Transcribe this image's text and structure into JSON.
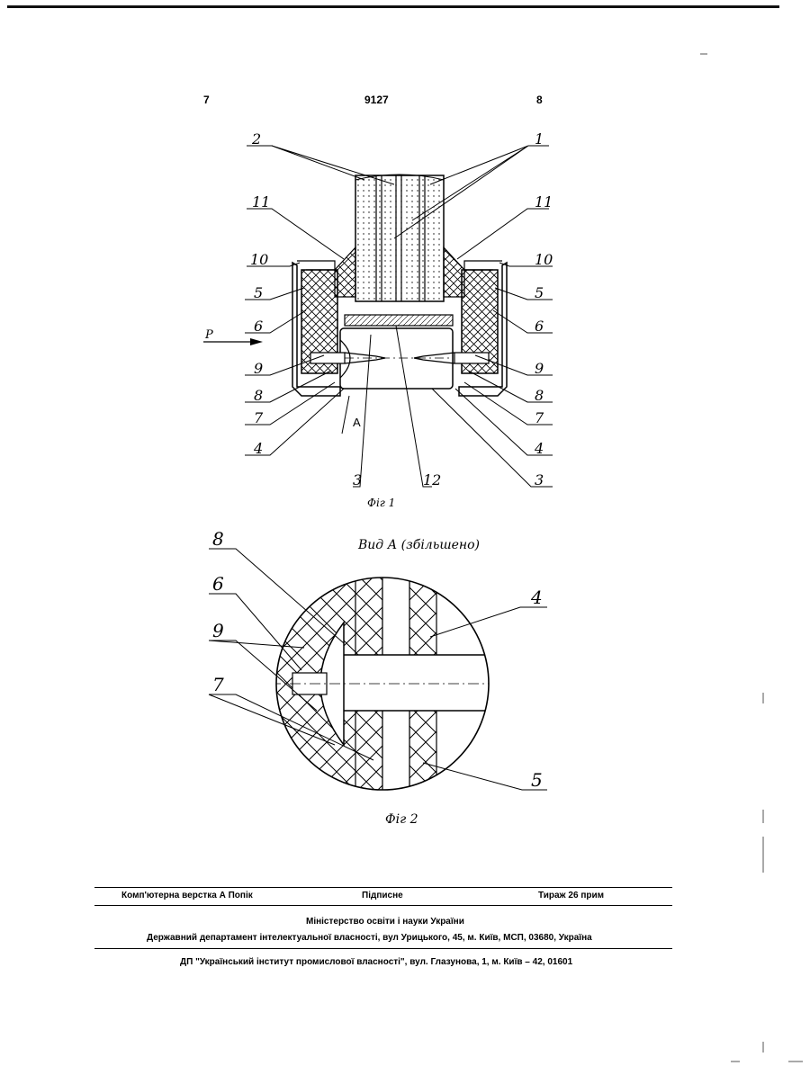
{
  "header": {
    "page_left": "7",
    "patent_number": "9127",
    "page_right": "8"
  },
  "figure1": {
    "caption": "Фіг 1",
    "labels": {
      "l2": "2",
      "r1": "1",
      "l11": "11",
      "r11": "11",
      "l10": "10",
      "r10": "10",
      "l5": "5",
      "r5": "5",
      "l6": "6",
      "r6": "6",
      "p": "P",
      "l9": "9",
      "r9": "9",
      "l8": "8",
      "r8": "8",
      "l7": "7",
      "r7": "7",
      "a": "A",
      "l4": "4",
      "r4": "4",
      "b3a": "3",
      "b12": "12",
      "b3b": "3"
    }
  },
  "figure2": {
    "title": "Вид А (збільшено)",
    "caption": "Фіг 2",
    "labels": {
      "l8": "8",
      "l6": "6",
      "l9": "9",
      "l7": "7",
      "r4": "4",
      "r5": "5"
    }
  },
  "footer": {
    "composer": "Комп'ютерна верстка А  Попік",
    "signed": "Підписне",
    "print_run": "Тираж 26 прим",
    "ministry": "Міністерство освіти і науки України",
    "department": "Державний департамент інтелектуальної власності, вул  Урицького, 45, м. Київ, МСП, 03680, Україна",
    "institute": "ДП \"Український інститут промислової власності\", вул. Глазунова, 1, м. Київ – 42, 01601"
  }
}
